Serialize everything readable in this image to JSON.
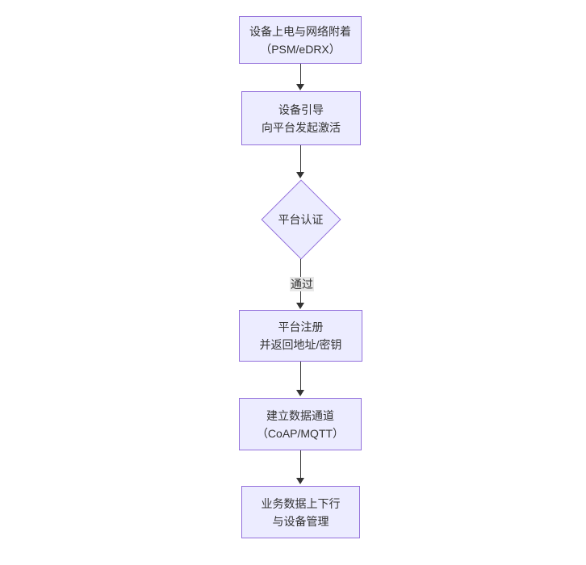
{
  "flowchart": {
    "title_hint": "device-onboarding-flow",
    "colors": {
      "background": "#ffffff",
      "node_fill": "#ECECFF",
      "node_border": "#9370DB",
      "text": "#333333",
      "arrow": "#333333",
      "edge_label_bg": "#e8e8e8"
    },
    "nodes": [
      {
        "id": "power-attach",
        "shape": "rect",
        "lines": [
          "设备上电与网络附着",
          "（PSM/eDRX）"
        ]
      },
      {
        "id": "bootstrap",
        "shape": "rect",
        "lines": [
          "设备引导",
          "向平台发起激活"
        ]
      },
      {
        "id": "auth",
        "shape": "diamond",
        "lines": [
          "平台认证"
        ]
      },
      {
        "id": "register",
        "shape": "rect",
        "lines": [
          "平台注册",
          "并返回地址/密钥"
        ]
      },
      {
        "id": "channel",
        "shape": "rect",
        "lines": [
          "建立数据通道",
          "（CoAP/MQTT）"
        ]
      },
      {
        "id": "business",
        "shape": "rect",
        "lines": [
          "业务数据上下行",
          "与设备管理"
        ]
      }
    ],
    "edges": [
      {
        "from": "power-attach",
        "to": "bootstrap",
        "label": ""
      },
      {
        "from": "bootstrap",
        "to": "auth",
        "label": ""
      },
      {
        "from": "auth",
        "to": "register",
        "label": "通过"
      },
      {
        "from": "register",
        "to": "channel",
        "label": ""
      },
      {
        "from": "channel",
        "to": "business",
        "label": ""
      }
    ]
  }
}
